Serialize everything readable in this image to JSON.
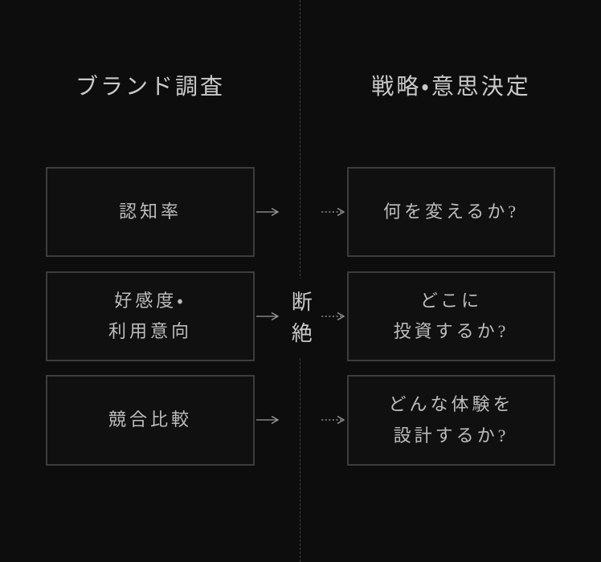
{
  "diagram": {
    "columns": {
      "left_title": "ブランド調査",
      "right_title": "戦略・意思決定"
    },
    "disconnect_label": "断絶",
    "rows": [
      {
        "left": "認知率",
        "right": "何を変えるか?"
      },
      {
        "left": "好感度・\n利用意向",
        "right": "どこに\n投資するか?"
      },
      {
        "left": "競合比較",
        "right": "どんな体験を\n設計するか?"
      }
    ],
    "colors": {
      "background": "#0d0d0d",
      "box_border": "#3d3d3d",
      "divider": "#3f3f3f",
      "header_text": "#c9c9c9",
      "box_text": "#bdbdbd",
      "arrow": "#9a9a9a"
    }
  }
}
